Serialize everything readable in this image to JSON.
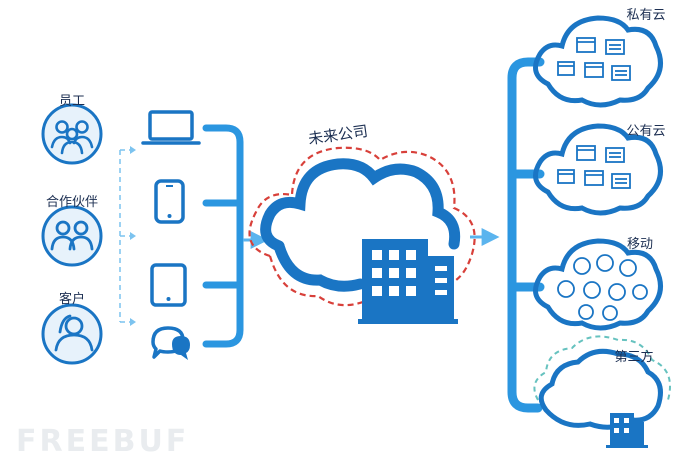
{
  "people": [
    {
      "label": "员工",
      "icon": "employees-icon"
    },
    {
      "label": "合作伙伴",
      "icon": "partners-icon"
    },
    {
      "label": "客户",
      "icon": "customer-icon"
    }
  ],
  "devices": [
    "laptop-icon",
    "phone-icon",
    "tablet-icon",
    "chat-icon"
  ],
  "center": {
    "label": "未来公司",
    "icon": "building-icon"
  },
  "clouds": [
    {
      "label": "私有云",
      "content": "app-windows"
    },
    {
      "label": "公有云",
      "content": "app-windows"
    },
    {
      "label": "移动",
      "content": "mobile-apps"
    },
    {
      "label": "第三方",
      "content": "building"
    }
  ],
  "watermark": "FREEBUF",
  "colors": {
    "primary": "#1a75c4",
    "pipe": "#2b96e0",
    "pipe_light": "#5bb4ee",
    "dashed_red": "#d8403a",
    "dashed_teal": "#66c2bf",
    "circle_fill": "#e7f2fb",
    "label": "#1c2f52"
  }
}
